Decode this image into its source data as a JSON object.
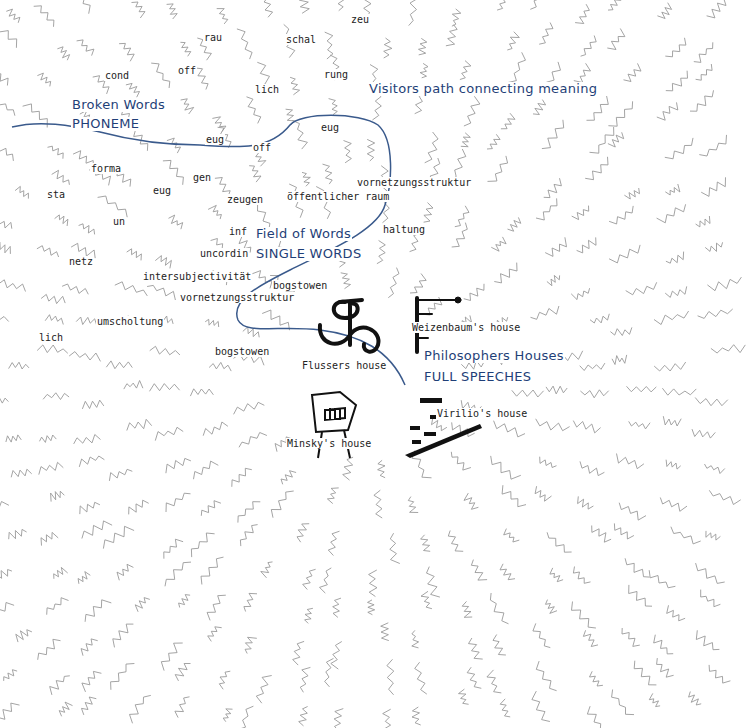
{
  "diagram": {
    "labels": [
      "zeu",
      "rau",
      "schal",
      "off",
      "cond",
      "rung",
      "lich",
      "Visitors path connecting meaning",
      "Broken Words",
      "PHONEME",
      "eug",
      "off",
      "eug",
      "forma",
      "gen",
      "sta",
      "eug",
      "zeugen",
      "öffentlicher raum",
      "vornetzungsstruktur",
      "un",
      "inf",
      "haltung",
      "Field of Words",
      "SINGLE WORDS",
      "uncordin",
      "netz",
      "intersubjectivität",
      "bogstowen",
      "vornetzungsstruktur",
      "umscholtung",
      "Weizenbaum's house",
      "lich",
      "bogstowen",
      "Flussers house",
      "Philosophers Houses",
      "FULL SPEECHES",
      "Virilio's house",
      "Minsky's house"
    ]
  }
}
